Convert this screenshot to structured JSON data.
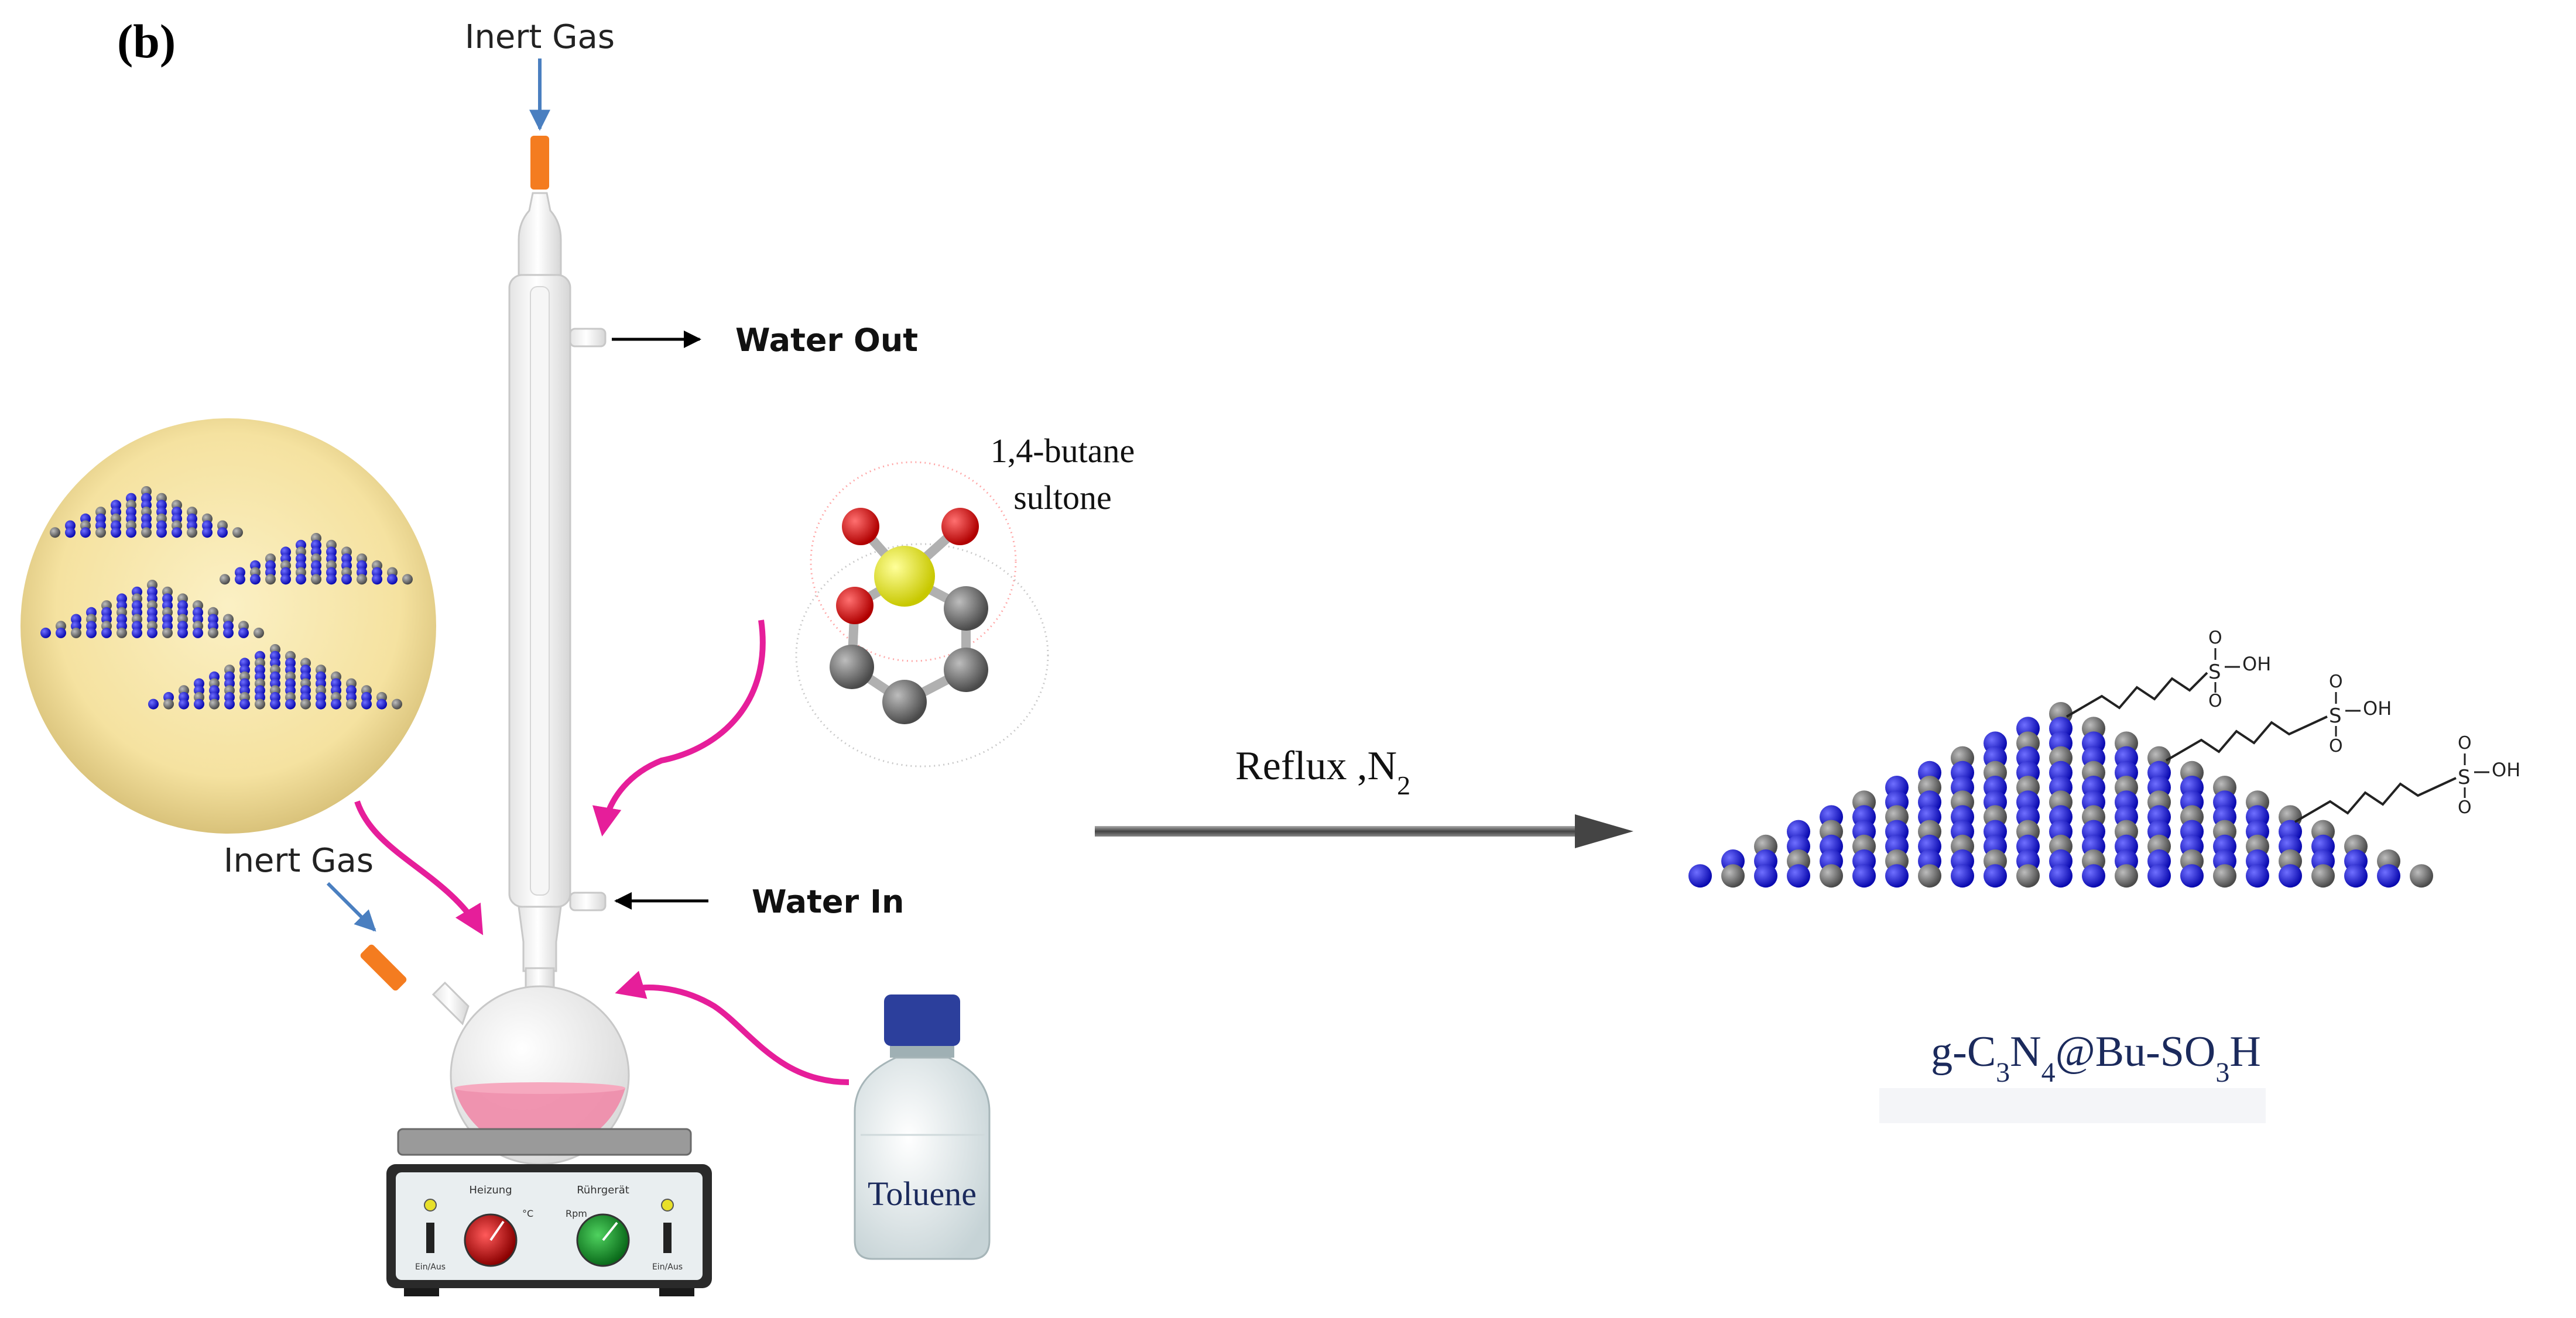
{
  "panel_label": "(b)",
  "labels": {
    "inert_gas_top": "Inert Gas",
    "inert_gas_side": "Inert Gas",
    "water_out": "Water Out",
    "water_in": "Water In",
    "sultone_line1": "1,4-butane",
    "sultone_line2": "sultone",
    "toluene": "Toluene",
    "reflux_text": "Reflux ,N",
    "reflux_sub": "2",
    "stirrer_left": "Heizung",
    "stirrer_right": "Rührgerät",
    "stirrer_rpm": "Rpm",
    "stirrer_deg": "°C",
    "stirrer_ein_left": "Ein/Aus",
    "stirrer_ein_right": "Ein/Aus"
  },
  "product": {
    "g": "g-C",
    "sub1": "3",
    "n": "N",
    "sub2": "4",
    "mid": "@Bu-SO",
    "sub3": "3",
    "h": "H",
    "group_labels": [
      "OH",
      "OH",
      "OH"
    ],
    "s_label": "S",
    "o_label": "O"
  },
  "colors": {
    "pink_arrow": "#e61e9a",
    "orange_tube": "#f47c20",
    "blue_arrow": "#4a7fc0",
    "nitrogen": "#1010c8",
    "carbon": "#6e6e6e",
    "liquid": "#f08aa8",
    "plate": "#f7e7a8",
    "title_blue": "#1b2a5c"
  }
}
